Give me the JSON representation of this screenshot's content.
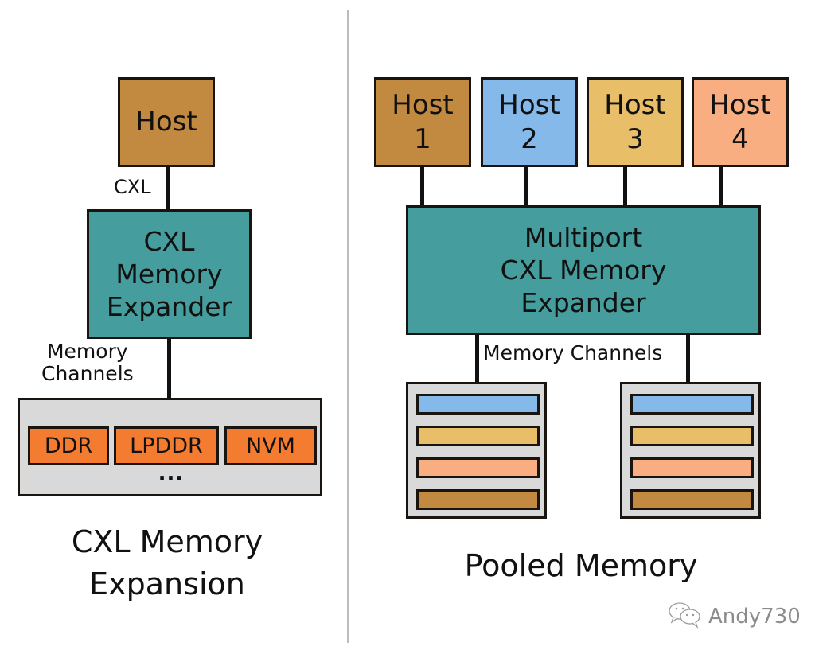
{
  "left_panel": {
    "host_label": "Host",
    "host_color": "#c28a40",
    "link_label": "CXL",
    "expander_lines": [
      "CXL",
      "Memory",
      "Expander"
    ],
    "expander_color": "#459e9d",
    "channel_label_lines": [
      "Memory",
      "Channels"
    ],
    "memory_types": [
      {
        "label": "DDR",
        "color": "#f47c30"
      },
      {
        "label": "LPDDR",
        "color": "#f47c30"
      },
      {
        "label": "NVM",
        "color": "#f47c30"
      }
    ],
    "more_indicator": "...",
    "caption_lines": [
      "CXL Memory",
      "Expansion"
    ]
  },
  "right_panel": {
    "hosts": [
      {
        "label": "Host",
        "number": "1",
        "color": "#c28a40"
      },
      {
        "label": "Host",
        "number": "2",
        "color": "#84b9ea"
      },
      {
        "label": "Host",
        "number": "3",
        "color": "#e8bf68"
      },
      {
        "label": "Host",
        "number": "4",
        "color": "#f9ae82"
      }
    ],
    "expander_lines": [
      "Multiport",
      "CXL Memory",
      "Expander"
    ],
    "expander_color": "#459e9d",
    "channel_label": "Memory Channels",
    "memory_pools": [
      {
        "segments": [
          {
            "host": "2",
            "color": "#84b9ea"
          },
          {
            "host": "3",
            "color": "#e8bf68"
          },
          {
            "host": "4",
            "color": "#f9ae82"
          },
          {
            "host": "1",
            "color": "#c28a40"
          }
        ]
      },
      {
        "segments": [
          {
            "host": "2",
            "color": "#84b9ea"
          },
          {
            "host": "3",
            "color": "#e8bf68"
          },
          {
            "host": "4",
            "color": "#f9ae82"
          },
          {
            "host": "1",
            "color": "#c28a40"
          }
        ]
      }
    ],
    "caption": "Pooled Memory"
  },
  "watermark": {
    "icon": "wechat-icon",
    "text": "Andy730"
  }
}
